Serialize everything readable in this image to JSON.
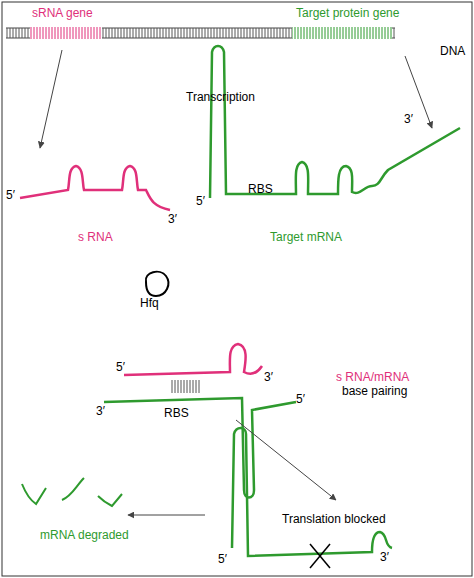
{
  "diagram": {
    "labels": [
      "sRNA gene",
      "Target protein gene",
      "DNA",
      "Transcription",
      "5′",
      "3′",
      "s RNA",
      "5′",
      "RBS",
      "3′",
      "Target mRNA",
      "Hfq",
      "5′",
      "3′",
      "s RNA/mRNA",
      "base pairing",
      "3′",
      "RBS",
      "5′",
      "mRNA degraded",
      "Translation blocked",
      "5′",
      "3′"
    ]
  }
}
